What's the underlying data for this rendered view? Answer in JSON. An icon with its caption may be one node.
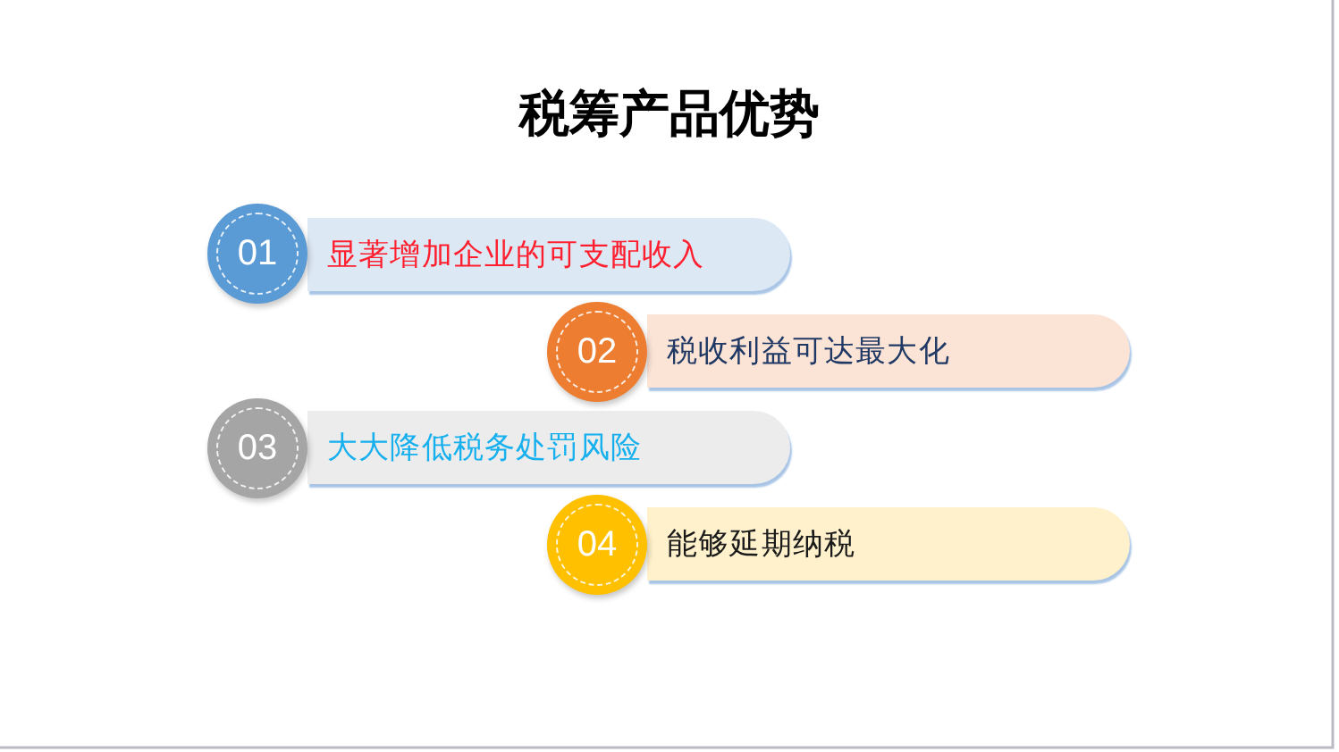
{
  "diagram": {
    "title": "税筹产品优势",
    "nodes": [
      {
        "text": [
          "01"
        ]
      },
      {
        "text": [
          "显著增加企业的可支配收入"
        ]
      },
      {
        "text": [
          "02"
        ]
      },
      {
        "text": [
          "税收利益可达最大化"
        ]
      },
      {
        "text": [
          "03"
        ]
      },
      {
        "text": [
          "大大降低税务处罚风险"
        ]
      },
      {
        "text": [
          "04"
        ]
      },
      {
        "text": [
          "能够延期纳税"
        ]
      }
    ]
  }
}
